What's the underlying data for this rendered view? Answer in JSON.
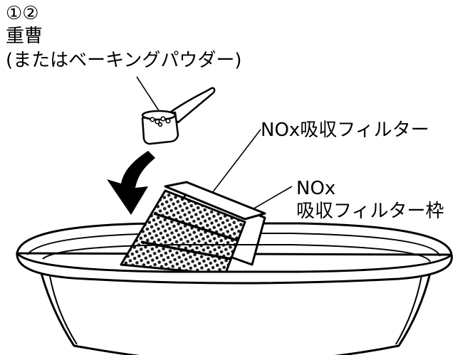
{
  "labels": {
    "steps": "①②",
    "baking_soda": "重曹",
    "baking_soda_alt": "(またはベーキングパウダー)",
    "nox_filter": "NOx吸収フィルター",
    "nox_frame_line1": "NOx",
    "nox_frame_line2": "吸収フィルター枠"
  }
}
